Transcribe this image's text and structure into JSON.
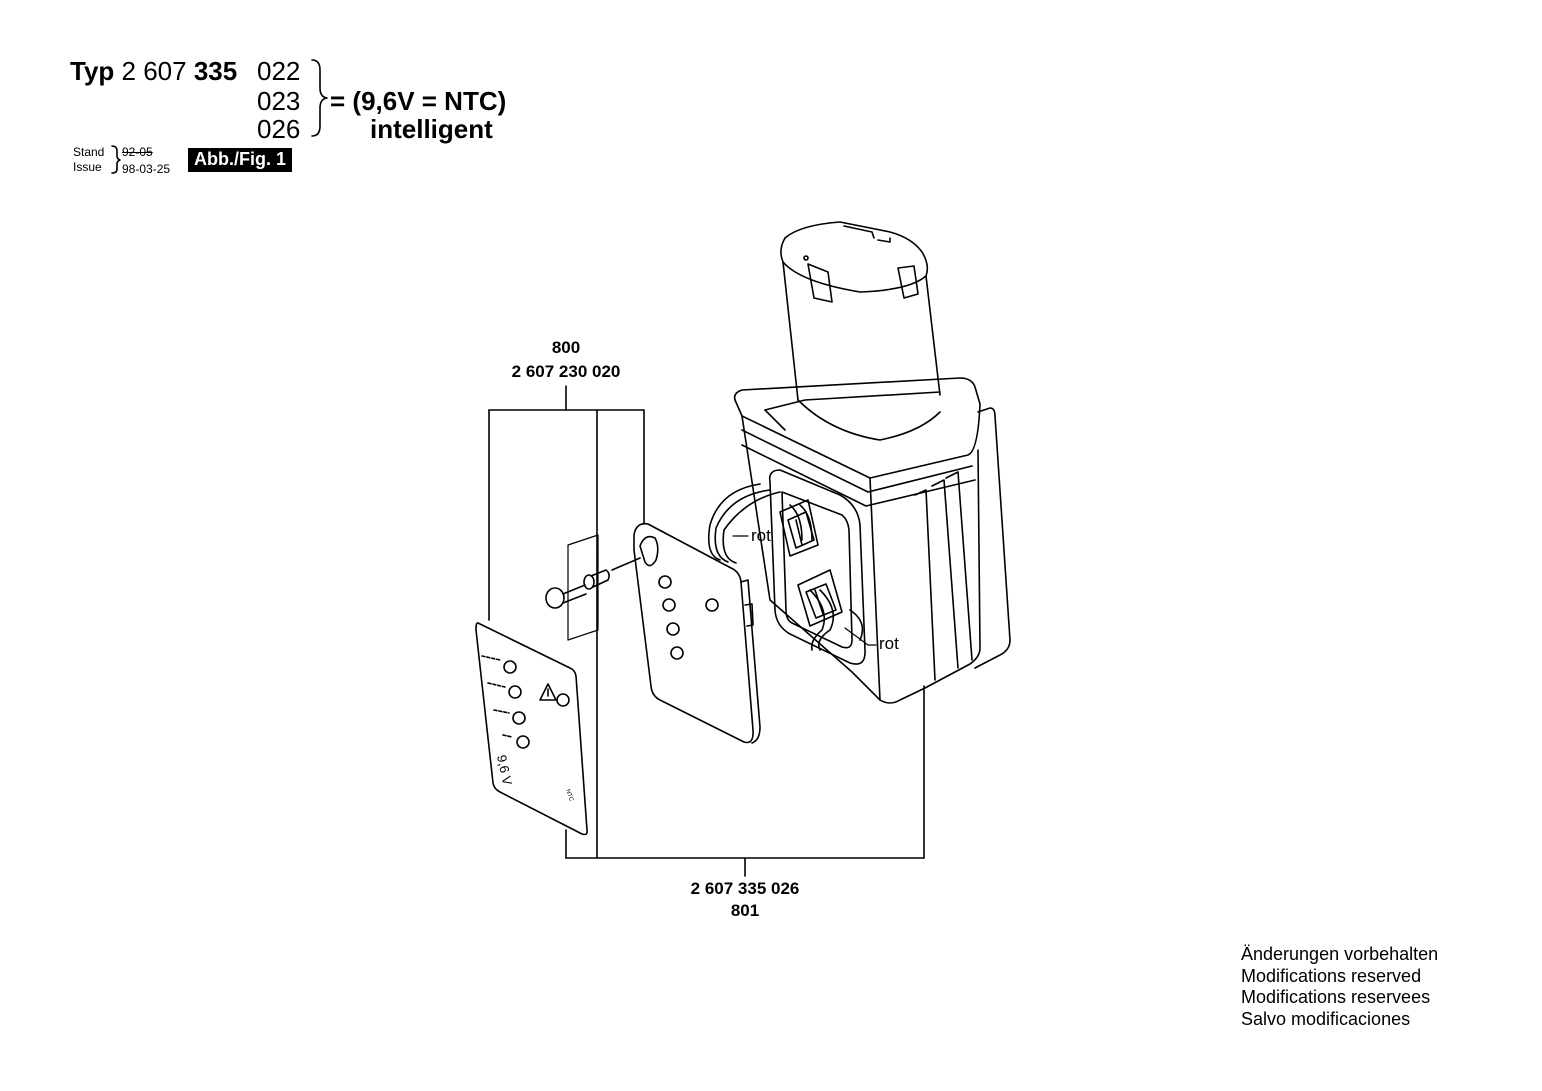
{
  "header": {
    "typ_label": "Typ",
    "part_prefix": "2 607",
    "part_bold": "335",
    "variants": [
      "022",
      "023",
      "026"
    ],
    "equation": "= (9,6V = NTC)",
    "subtitle": "intelligent",
    "stand_label": "Stand",
    "issue_label": "Issue",
    "old_date": "92-05",
    "issue_date": "98-03-25",
    "figure_badge": "Abb./Fig. 1"
  },
  "callouts": {
    "top": {
      "item": "800",
      "part_number": "2 607 230 020"
    },
    "bottom": {
      "part_number": "2 607 335 026",
      "item": "801"
    },
    "wire_labels": [
      "rot",
      "rot"
    ],
    "label_plate_text": "9,6 V",
    "label_plate_small": "NTC"
  },
  "notes": [
    "Änderungen vorbehalten",
    "Modifications reserved",
    "Modifications reservees",
    "Salvo modificaciones"
  ]
}
